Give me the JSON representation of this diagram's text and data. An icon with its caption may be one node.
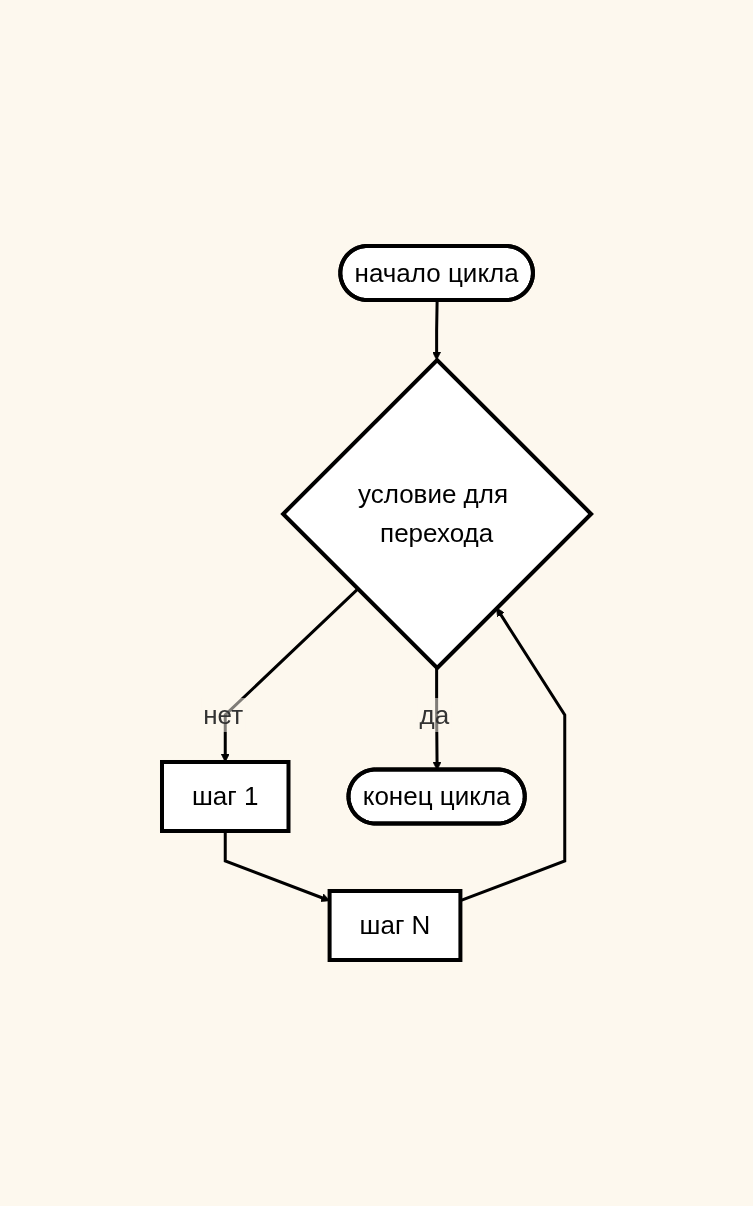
{
  "diagram": {
    "nodes": [
      {
        "text": [
          "начало цикла"
        ]
      },
      {
        "text": [
          "условие для перехода"
        ]
      },
      {
        "text": [
          "шаг 1"
        ]
      },
      {
        "text": [
          "шаг N"
        ]
      },
      {
        "text": [
          "конец цикла"
        ]
      }
    ],
    "edges": [
      {
        "from": 0,
        "to": 1,
        "arrow": "to"
      },
      {
        "from": 1,
        "to": 2,
        "arrow": "to",
        "label": "нет"
      },
      {
        "from": 2,
        "to": 3,
        "arrow": "to"
      },
      {
        "from": 3,
        "to": 1,
        "arrow": "to"
      },
      {
        "from": 1,
        "to": 4,
        "arrow": "to",
        "label": "да"
      }
    ]
  }
}
